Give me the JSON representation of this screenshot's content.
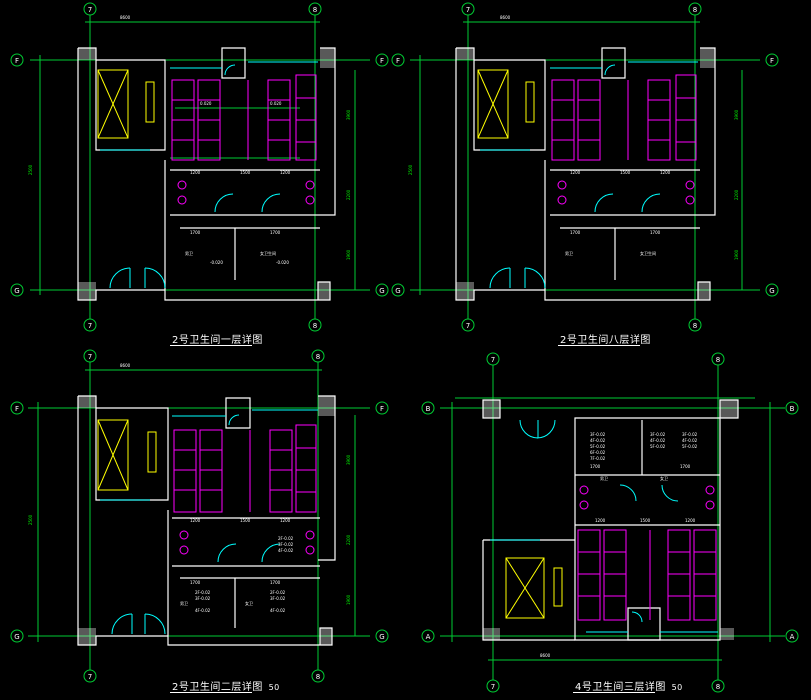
{
  "panels": [
    {
      "id": "plan-2-first-floor",
      "title": "2号卫生间一层详图",
      "scale": "",
      "grid_top": [
        "7",
        "8"
      ],
      "grid_side": [
        "F",
        "G"
      ]
    },
    {
      "id": "plan-2-eighth-floor",
      "title": "2号卫生间八层详图",
      "scale": "",
      "grid_top": [
        "7",
        "8"
      ],
      "grid_side": [
        "F",
        "G"
      ]
    },
    {
      "id": "plan-2-std-floor",
      "title": "2号卫生间二层详图",
      "scale": "50",
      "grid_top": [
        "7",
        "8"
      ],
      "grid_side": [
        "F",
        "G"
      ]
    },
    {
      "id": "plan-4-std-floor",
      "title": "4号卫生间三层详图",
      "scale": "50",
      "grid_top": [
        "7",
        "8"
      ],
      "grid_side": [
        "B",
        "A"
      ]
    }
  ],
  "colors": {
    "background": "#000000",
    "wall": "#ffffff",
    "grid_line": "#00ff00",
    "axis_line": "#ff0000",
    "fixture": "#ff00ff",
    "equipment": "#ffff00",
    "door": "#00ffff",
    "text": "#ffffff"
  },
  "icons": [
    "shaft-cross-icon",
    "toilet-fixture-icon",
    "door-swing-icon",
    "grid-bubble-icon"
  ]
}
